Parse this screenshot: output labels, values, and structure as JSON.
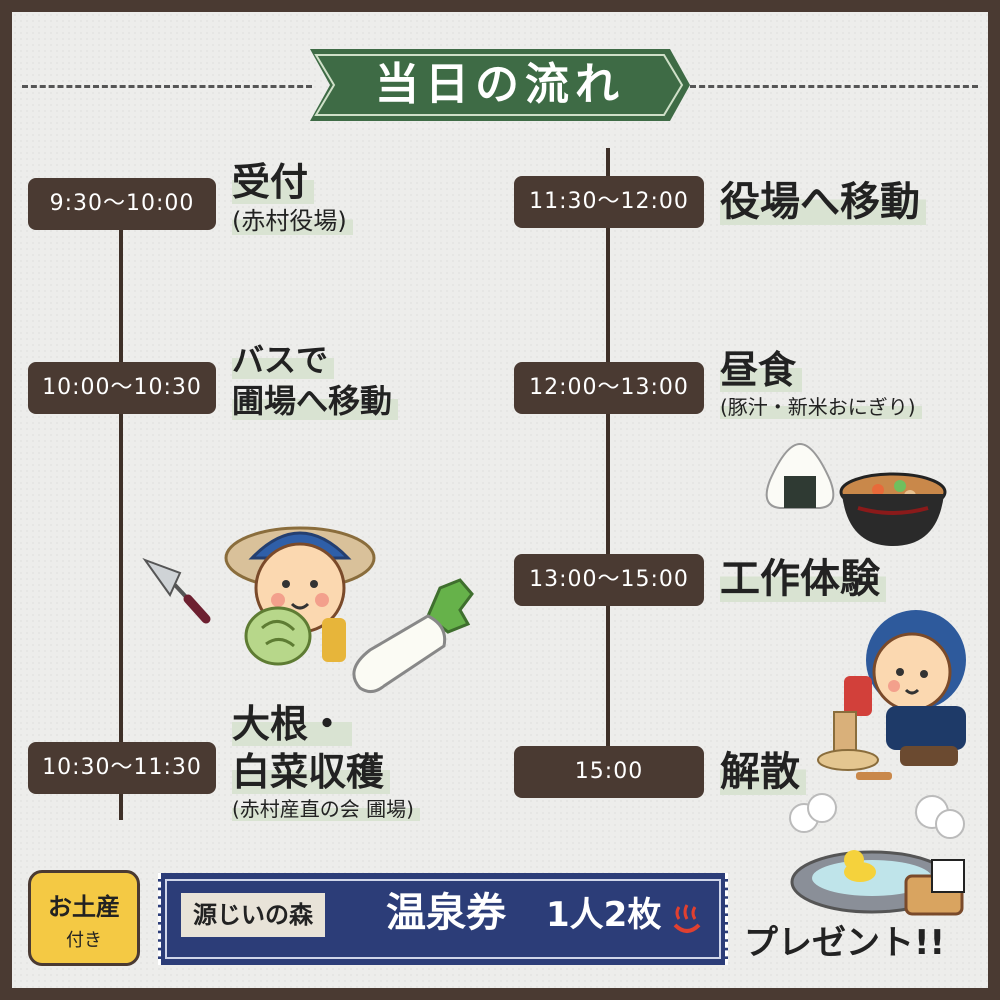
{
  "title": "当日の流れ",
  "schedule_left": [
    {
      "time": "9:30〜10:00",
      "title": "受付",
      "sub": "(赤村役場)"
    },
    {
      "time": "10:00〜10:30",
      "title_line1": "バスで",
      "title_line2": "圃場へ移動"
    },
    {
      "time": "10:30〜11:30",
      "title_line1": "大根・",
      "title_line2": "白菜収穫",
      "sub": "(赤村産直の会 圃場)"
    }
  ],
  "schedule_right": [
    {
      "time": "11:30〜12:00",
      "title": "役場へ移動"
    },
    {
      "time": "12:00〜13:00",
      "title": "昼食",
      "sub": "(豚汁・新米おにぎり)"
    },
    {
      "time": "13:00〜15:00",
      "title": "工作体験"
    },
    {
      "time": "15:00",
      "title": "解散"
    }
  ],
  "souvenir": {
    "line1": "お土産",
    "line2": "付き"
  },
  "ticket": {
    "place": "源じいの森",
    "onsen": "温泉券",
    "count": "1人2枚"
  },
  "present": "プレゼント!!",
  "colors": {
    "banner": "#3e6b45",
    "pill": "#4a3a32",
    "ticket": "#2c3d78",
    "badge": "#f4c944",
    "frame": "#4a3a32"
  },
  "icons": [
    "trowel-icon",
    "farmer-with-cabbage-icon",
    "daikon-icon",
    "onigiri-icon",
    "tonjiru-bowl-icon",
    "woodworking-child-icon",
    "hot-spring-icon",
    "onsen-symbol-icon"
  ]
}
